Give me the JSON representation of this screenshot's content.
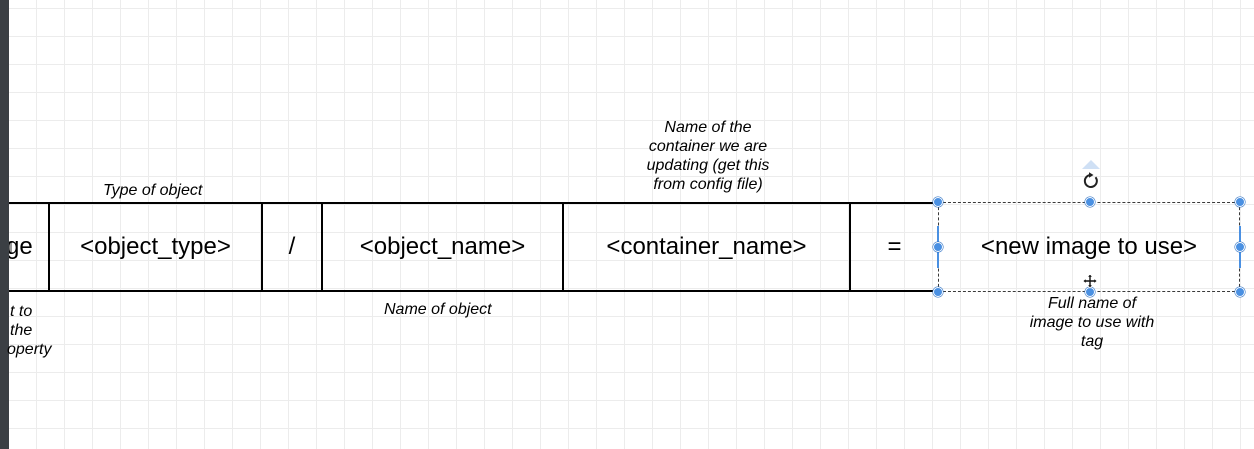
{
  "table": {
    "cells": [
      {
        "id": "partial",
        "text": "ge"
      },
      {
        "id": "object-type",
        "text": "<object_type>"
      },
      {
        "id": "slash",
        "text": "/"
      },
      {
        "id": "object-name",
        "text": "<object_name>"
      },
      {
        "id": "container-name",
        "text": "<container_name>"
      },
      {
        "id": "equals",
        "text": "="
      }
    ],
    "selected_cell": {
      "text": "<new image to use>"
    }
  },
  "annotations": {
    "type_of_object": "Type of object",
    "name_of_object": "Name of object",
    "container_note": [
      "Name of the",
      "container we are",
      "updating (get this",
      "from config file)"
    ],
    "image_note": [
      "Full name of",
      "image to use with",
      "tag"
    ],
    "partial_note": [
      "t to",
      "the",
      "operty"
    ]
  },
  "colors": {
    "selection_handle": "#4a90e2",
    "grid": "#ececec",
    "left_edge": "#3b3f44"
  },
  "icons": {
    "rotate": "rotate-icon",
    "move": "move-cursor-icon"
  }
}
